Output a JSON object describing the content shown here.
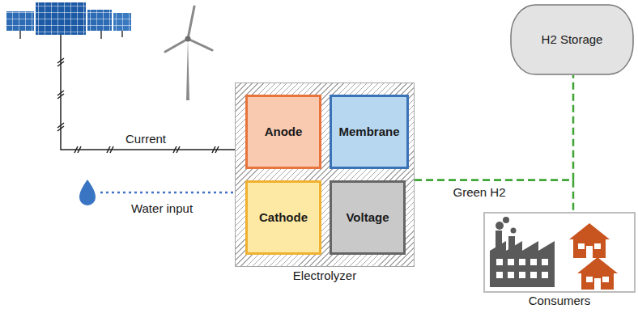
{
  "diagram": {
    "nodes": [
      {
        "text": [
          "Electrolyzer"
        ]
      },
      {
        "text": [
          "Anode"
        ],
        "in": 0
      },
      {
        "text": [
          "Membrane"
        ],
        "in": 0
      },
      {
        "text": [
          "Cathode"
        ],
        "in": 0
      },
      {
        "text": [
          "Voltage"
        ],
        "in": 0
      },
      {
        "text": [
          "H2 Storage"
        ]
      },
      {
        "text": [
          "Consumers"
        ]
      }
    ],
    "edges": [
      {
        "from": 0,
        "to": 5,
        "label": "Green H2",
        "arrow": "none"
      },
      {
        "from": 0,
        "to": 6,
        "arrow": "none"
      }
    ],
    "labels": [
      "Current",
      "Water input"
    ]
  }
}
